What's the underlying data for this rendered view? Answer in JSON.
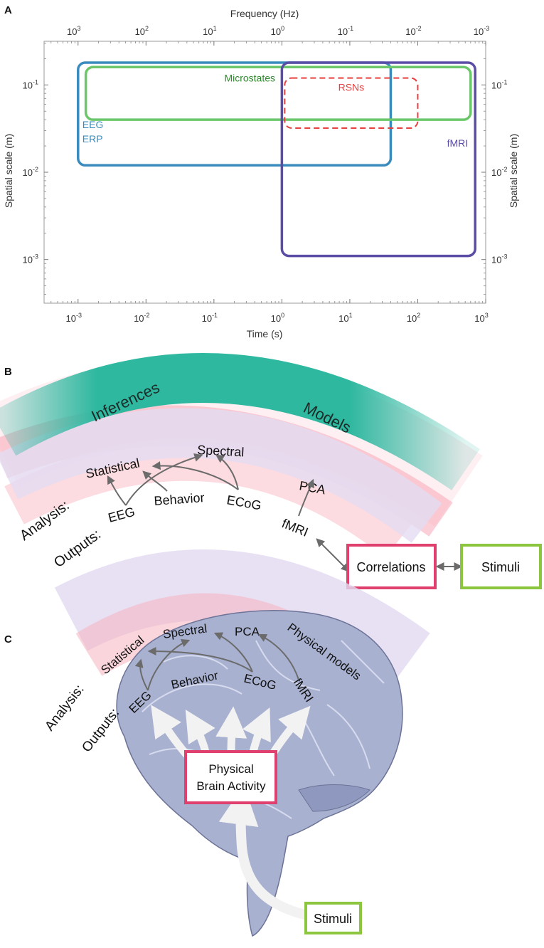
{
  "panel_a": {
    "label": "A",
    "top_axis_title": "Frequency (Hz)",
    "bottom_axis_title": "Time (s)",
    "left_axis_title": "Spatial scale (m)",
    "right_axis_title": "Spatial scale (m)",
    "x_log_min": -3.5,
    "x_log_max": 3,
    "y_log_min": -3.5,
    "y_log_max": -0.5,
    "bottom_ticks": [
      {
        "exp": -3,
        "base": "10",
        "sup": "-3"
      },
      {
        "exp": -2,
        "base": "10",
        "sup": "-2"
      },
      {
        "exp": -1,
        "base": "10",
        "sup": "-1"
      },
      {
        "exp": 0,
        "base": "10",
        "sup": "0"
      },
      {
        "exp": 1,
        "base": "10",
        "sup": "1"
      },
      {
        "exp": 2,
        "base": "10",
        "sup": "2"
      },
      {
        "exp": 3,
        "base": "10",
        "sup": "3"
      }
    ],
    "top_ticks": [
      {
        "time_exp": -3,
        "base": "10",
        "sup": "3"
      },
      {
        "time_exp": -2,
        "base": "10",
        "sup": "2"
      },
      {
        "time_exp": -1,
        "base": "10",
        "sup": "1"
      },
      {
        "time_exp": 0,
        "base": "10",
        "sup": "0"
      },
      {
        "time_exp": 1,
        "base": "10",
        "sup": "-1"
      },
      {
        "time_exp": 2,
        "base": "10",
        "sup": "-2"
      },
      {
        "time_exp": 3,
        "base": "10",
        "sup": "-3"
      }
    ],
    "y_ticks": [
      {
        "exp": -1,
        "base": "10",
        "sup": "-1"
      },
      {
        "exp": -2,
        "base": "10",
        "sup": "-2"
      },
      {
        "exp": -3,
        "base": "10",
        "sup": "-3"
      }
    ],
    "regions": [
      {
        "id": "eeg",
        "label_lines": [
          "EEG",
          "ERP"
        ],
        "color": "#3a8bbd",
        "dashed": false,
        "t_min": 0.001,
        "t_max": 40,
        "s_min": 0.012,
        "s_max": 0.18
      },
      {
        "id": "microstates",
        "label_lines": [
          "Microstates"
        ],
        "color": "#6cc76a",
        "label_color": "#2e8b2e",
        "dashed": false,
        "t_min": 0.0013,
        "t_max": 600,
        "s_min": 0.04,
        "s_max": 0.16
      },
      {
        "id": "fmri",
        "label_lines": [
          "fMRI"
        ],
        "color": "#5b4da6",
        "dashed": false,
        "t_min": 1,
        "t_max": 700,
        "s_min": 0.0011,
        "s_max": 0.18
      },
      {
        "id": "rsns",
        "label_lines": [
          "RSNs"
        ],
        "color": "#e8403f",
        "dashed": true,
        "t_min": 1.1,
        "t_max": 100,
        "s_min": 0.032,
        "s_max": 0.12
      }
    ]
  },
  "panel_b": {
    "label": "B",
    "inferences": "Inferences",
    "models": "Models",
    "analysis": "Analysis:",
    "outputs": "Outputs:",
    "nodes": {
      "statistical": "Statistical",
      "spectral": "Spectral",
      "pca": "PCA",
      "eeg": "EEG",
      "behavior": "Behavior",
      "ecog": "ECoG",
      "fmri": "fMRI"
    },
    "correlations": "Correlations",
    "stimuli": "Stimuli",
    "colors": {
      "teal": "#2fb8a0",
      "pink_box": "#e0406e",
      "green_box": "#8cc63f"
    }
  },
  "panel_c": {
    "label": "C",
    "analysis": "Analysis:",
    "outputs": "Outputs:",
    "nodes": {
      "statistical": "Statistical",
      "spectral": "Spectral",
      "pca": "PCA",
      "physical_models": "Physical models",
      "eeg": "EEG",
      "behavior": "Behavior",
      "ecog": "ECoG",
      "fmri": "fMRI"
    },
    "activity_line1": "Physical",
    "activity_line2": "Brain Activity",
    "stimuli": "Stimuli",
    "brain_color": "#9aa4c8"
  }
}
